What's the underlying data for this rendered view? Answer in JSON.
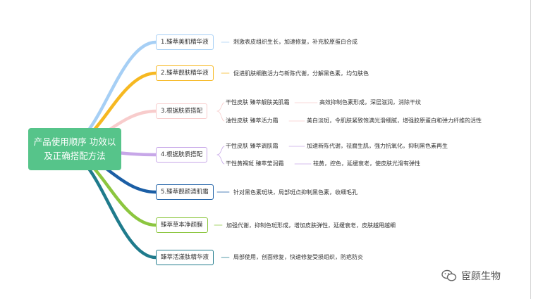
{
  "root": {
    "title": "产品使用顺序 功效以及正确搭配方法"
  },
  "branches": [
    {
      "label": "1.臻萃美肌精华液",
      "color": "#a6cff5",
      "leaf": "刺激表皮组织生长，加速修复，补充胶原蛋白合成"
    },
    {
      "label": "2.臻萃靓肤精华液",
      "color": "#f6b821",
      "leaf": "促进肌肤细胞活力与新陈代谢，分解黑色素，均匀肤色"
    },
    {
      "label": "3.根据肤质搭配",
      "color": "#f8cccc",
      "subs": [
        {
          "label": "干性皮肤 臻萃靓肤美肌霜",
          "leaf": "高效抑制色素形成，深层滋润，消除干纹"
        },
        {
          "label": "油性皮肤 臻萃活力霜",
          "leaf": "美白淡斑，令肌肤紧致饱满光滑细腻，增强胶原蛋白和弹力纤维的活性"
        }
      ]
    },
    {
      "label": "4.根据肤质搭配",
      "color": "#c7a7e8",
      "subs": [
        {
          "label": "干性皮肤 臻萃调肤霜",
          "leaf": "加速新陈代谢，祛腐生肌，强力抗氧化，抑制黑色素再生"
        },
        {
          "label": "干性黄褐斑 臻萃莹润霜",
          "leaf": "祛黄，控色，延缓衰老，使皮肤光滑有弹性"
        }
      ]
    },
    {
      "label": "5.臻萃靓颜清肌霜",
      "color": "#1b5ea5",
      "leaf": "针对黑色素斑块，局部斑点抑制黑色素，收细毛孔"
    },
    {
      "label": "臻萃草本净颜膜",
      "color": "#8cc63f",
      "leaf": "加强代谢，抑制色斑形成，增加皮肤弹性，延缓衰老，皮肤越用越细"
    },
    {
      "label": "臻萃活漾肽精华液",
      "color": "#1f7b8c",
      "leaf": "局部使用，创面修复，快速修复受损组织，防疤防炎"
    }
  ],
  "watermark": {
    "text": "宦颜生物",
    "icon": "wechat-icon"
  }
}
